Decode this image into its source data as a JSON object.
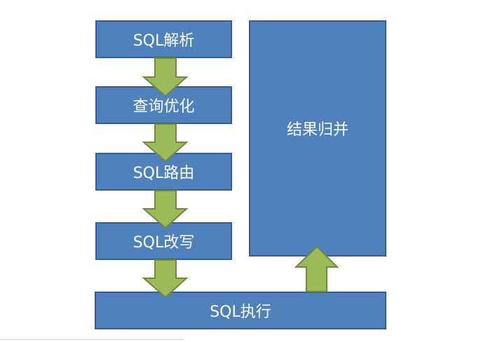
{
  "diagram": {
    "steps": {
      "parse": "SQL解析",
      "optimize": "查询优化",
      "route": "SQL路由",
      "rewrite": "SQL改写",
      "execute": "SQL执行",
      "merge": "结果归并"
    },
    "colors": {
      "box_fill": "#4f81bd",
      "box_border": "#385d8a",
      "arrow_fill": "#9bbb59",
      "arrow_border": "#71893f",
      "text": "#ffffff"
    }
  }
}
